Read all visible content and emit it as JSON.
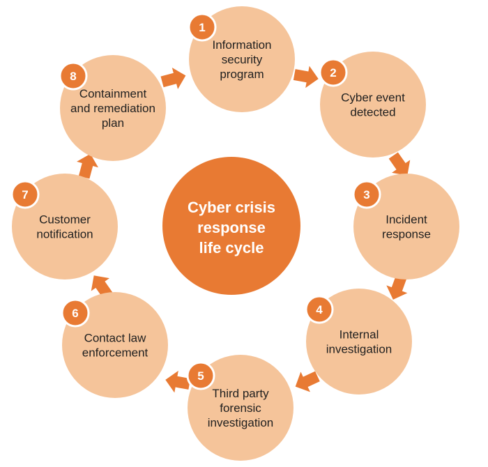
{
  "title_lines": [
    "Cyber crisis",
    "response",
    "life cycle"
  ],
  "colors": {
    "accent": "#e87a33",
    "stage_fill": "#f5c49a",
    "text": "#1f1f1f"
  },
  "stages": [
    {
      "number": "1",
      "lines": [
        "Information",
        "security",
        "program"
      ]
    },
    {
      "number": "2",
      "lines": [
        "Cyber event",
        "detected"
      ]
    },
    {
      "number": "3",
      "lines": [
        "Incident",
        "response"
      ]
    },
    {
      "number": "4",
      "lines": [
        "Internal",
        "investigation"
      ]
    },
    {
      "number": "5",
      "lines": [
        "Third party",
        "forensic",
        "investigation"
      ]
    },
    {
      "number": "6",
      "lines": [
        "Contact law",
        "enforcement"
      ]
    },
    {
      "number": "7",
      "lines": [
        "Customer",
        "notification"
      ]
    },
    {
      "number": "8",
      "lines": [
        "Containment",
        "and remediation",
        "plan"
      ]
    }
  ]
}
